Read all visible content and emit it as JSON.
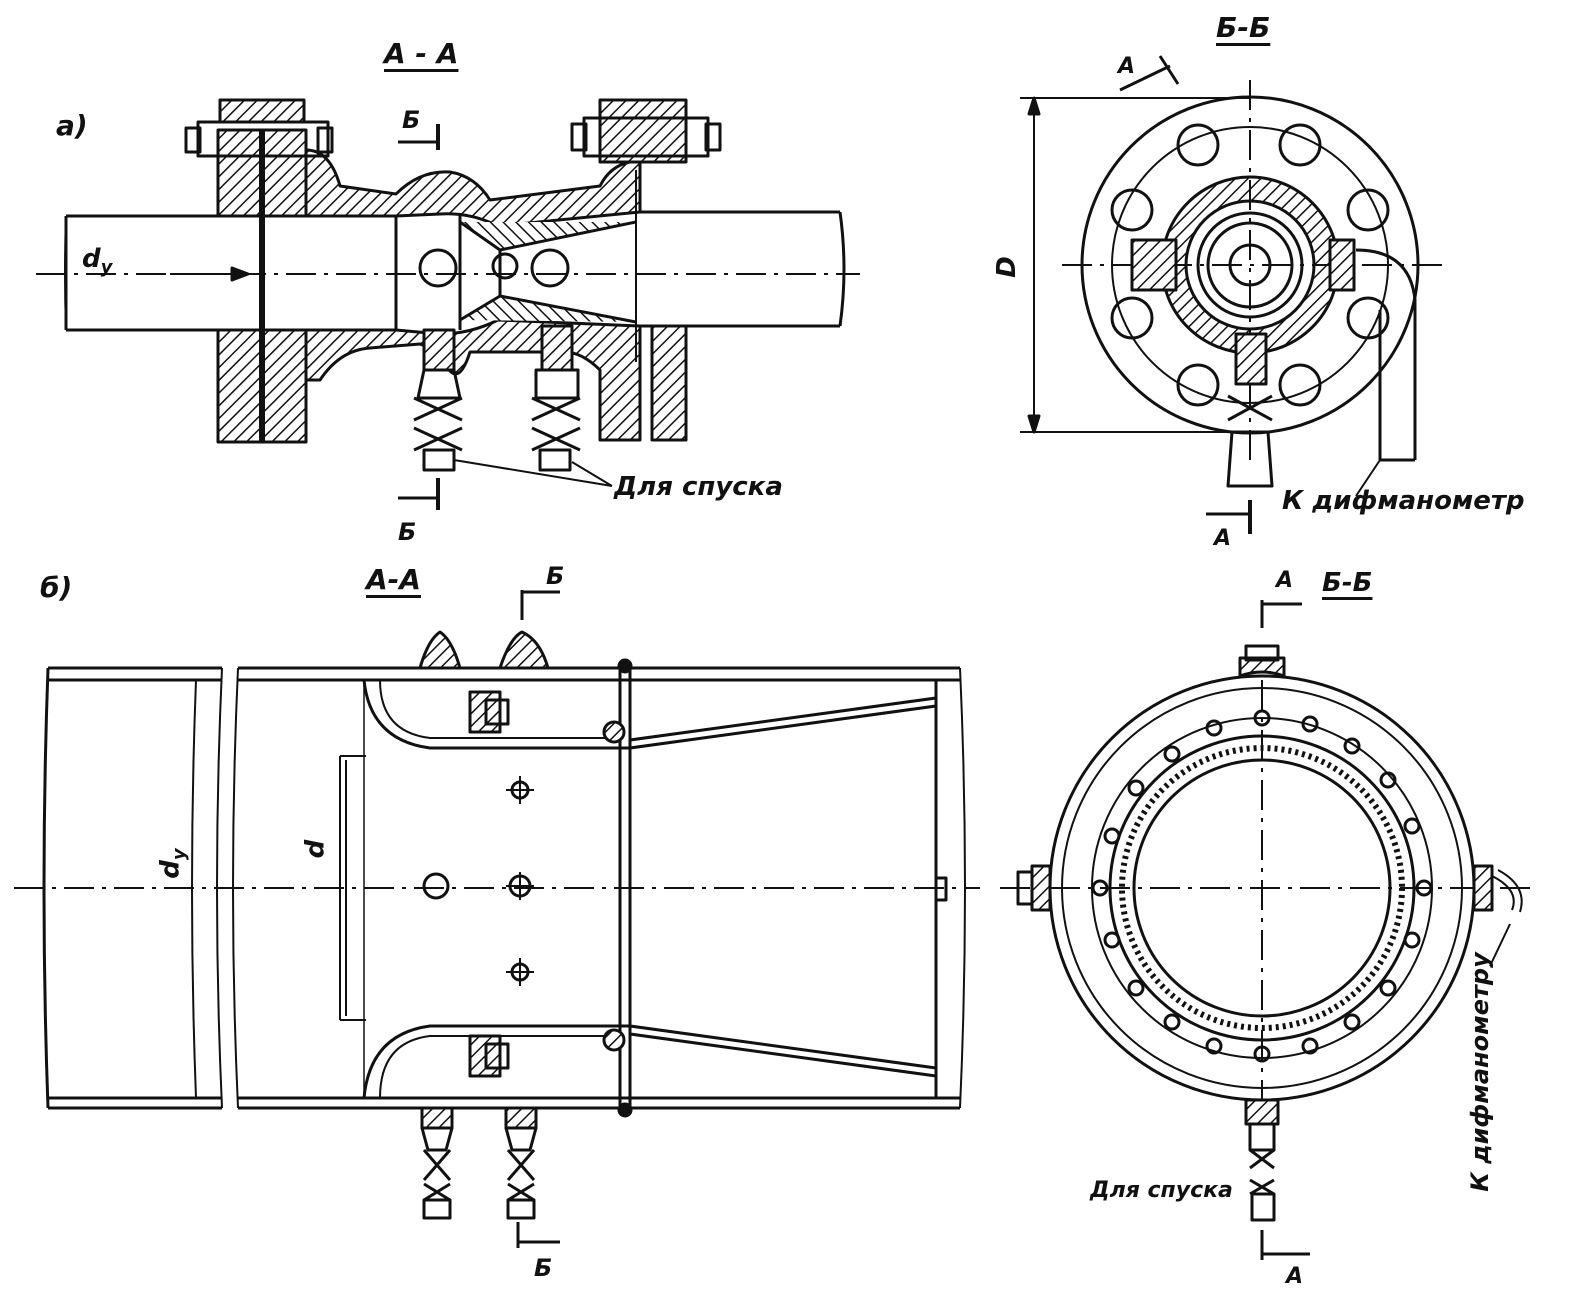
{
  "view_a": {
    "label": "а)",
    "section_title": "А - А",
    "section_b_title": "Б-Б",
    "cut_mark_top": "Б",
    "cut_mark_bottom": "Б",
    "dim_dy": "d",
    "dim_dy_sub": "y",
    "dim_D": "D",
    "drain_note": "Для спуска",
    "diffmanometer_note": "К дифманометр",
    "cut_A_top": "А",
    "cut_A_bottom": "А"
  },
  "view_b": {
    "label": "б)",
    "section_title": "А-А",
    "section_b_title": "Б-Б",
    "cut_mark_top": "Б",
    "cut_mark_bottom": "Б",
    "dim_dy": "d",
    "dim_dy_sub": "y",
    "dim_d": "d",
    "drain_note": "Для спуска",
    "diffmanometer_note": "К дифманометру",
    "cut_A_top": "А",
    "cut_A_bottom": "А"
  }
}
